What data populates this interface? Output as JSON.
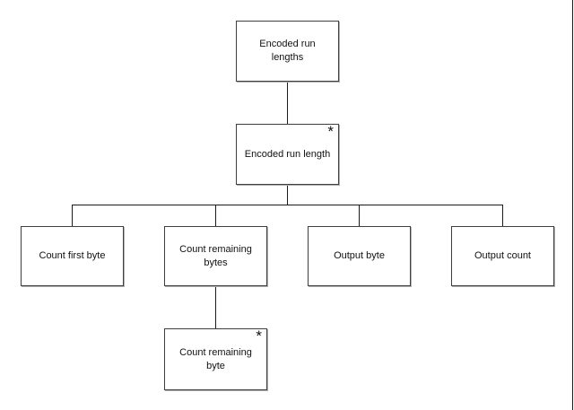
{
  "diagram": {
    "kind": "structure-chart",
    "nodes": [
      {
        "id": "encoded-run-lengths",
        "label": "Encoded run lengths",
        "multiplicity": ""
      },
      {
        "id": "encoded-run-length",
        "label": "Encoded run length",
        "multiplicity": "*"
      },
      {
        "id": "count-first-byte",
        "label": "Count first byte",
        "multiplicity": ""
      },
      {
        "id": "count-remaining-bytes",
        "label": "Count remaining bytes",
        "multiplicity": ""
      },
      {
        "id": "output-byte",
        "label": "Output byte",
        "multiplicity": ""
      },
      {
        "id": "output-count",
        "label": "Output count",
        "multiplicity": ""
      },
      {
        "id": "count-remaining-byte",
        "label": "Count remaining byte",
        "multiplicity": "*"
      }
    ],
    "edges": [
      {
        "from": "encoded-run-lengths",
        "to": "encoded-run-length"
      },
      {
        "from": "encoded-run-length",
        "to": "count-first-byte"
      },
      {
        "from": "encoded-run-length",
        "to": "count-remaining-bytes"
      },
      {
        "from": "encoded-run-length",
        "to": "output-byte"
      },
      {
        "from": "encoded-run-length",
        "to": "output-count"
      },
      {
        "from": "count-remaining-bytes",
        "to": "count-remaining-byte"
      }
    ]
  },
  "colors": {
    "box_border": "#3f3f3f",
    "box_shadow": "#b0b0b0",
    "connector": "#1a1a1a",
    "text": "#111111"
  }
}
